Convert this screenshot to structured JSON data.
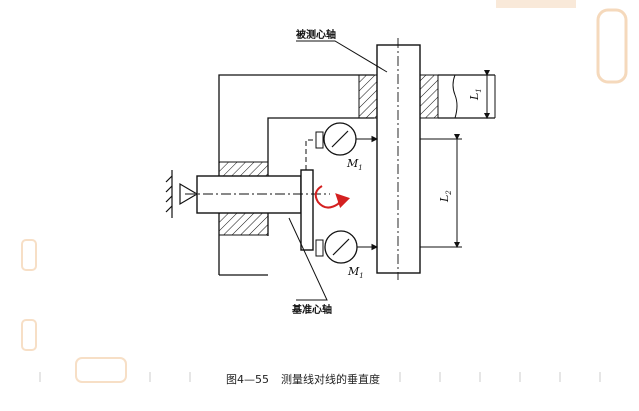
{
  "labels": {
    "tested_mandrel": "被测心轴",
    "reference_mandrel": "基准心轴",
    "gauge_top": "M",
    "gauge_top_sub": "1",
    "gauge_bottom": "M",
    "gauge_bottom_sub": "1",
    "dim_l1": "L",
    "dim_l1_sub": "1",
    "dim_l2": "L",
    "dim_l2_sub": "2"
  },
  "caption": {
    "figure_number": "图4—55",
    "title": "测量线对线的垂直度"
  },
  "colors": {
    "line": "#111111",
    "rotation_arrow": "#d42020",
    "watermark": "#f1c9a0"
  }
}
